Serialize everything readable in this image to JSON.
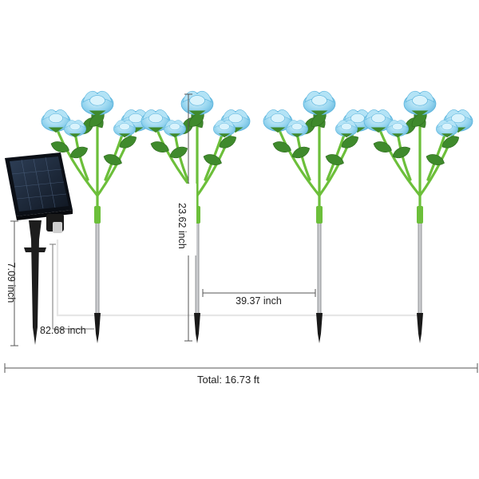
{
  "product": {
    "light_count": 4,
    "flower_color": "#8fd3f0",
    "flower_edge_color": "#5ab4dd",
    "leaf_color": "#3f8a2c",
    "stem_color": "#6cbf3a",
    "stake_color": "#a9abae",
    "panel_color": "#1e2a3a"
  },
  "dimensions": {
    "stake_height": "7.09 inch",
    "cable_to_first": "82.68 inch",
    "light_height": "23.62 inch",
    "light_spacing": "39.37 inch",
    "total": "Total: 16.73 ft"
  }
}
